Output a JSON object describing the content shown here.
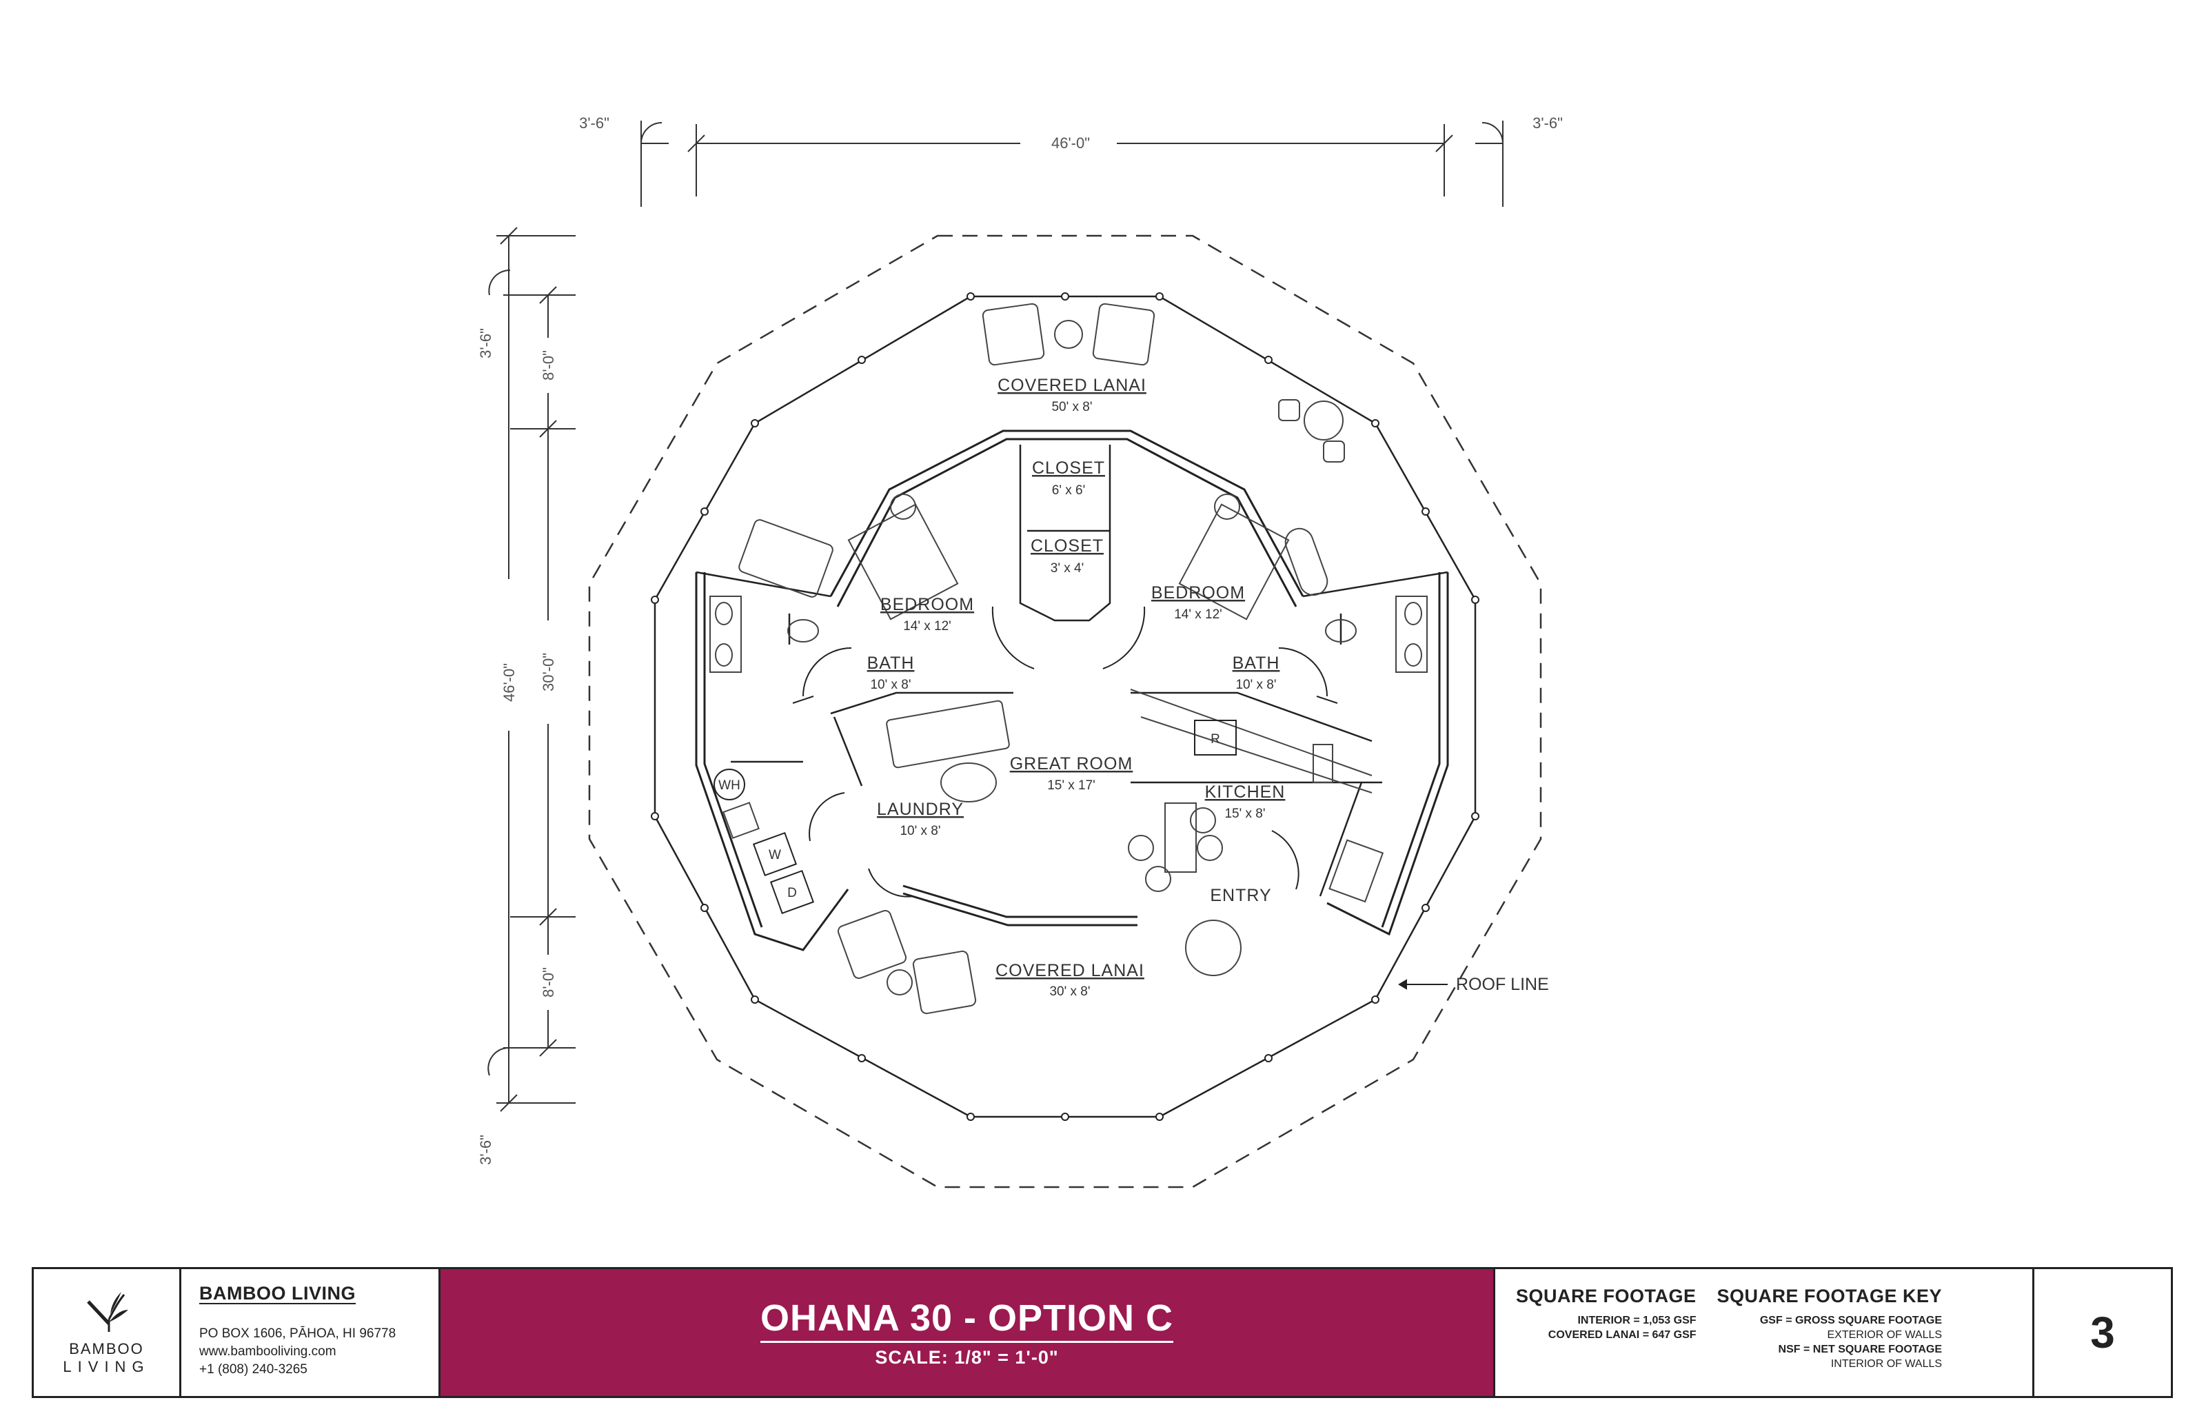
{
  "dimensions": {
    "top_left_overhang": "3'-6\"",
    "top_overall": "46'-0\"",
    "top_right_overhang": "3'-6\"",
    "left_top_overhang": "3'-6\"",
    "left_overall": "46'-0\"",
    "left_top_lanai": "8'-0\"",
    "left_interior": "30'-0\"",
    "left_bottom_lanai": "8'-0\"",
    "left_bottom_overhang": "3'-6\""
  },
  "rooms": {
    "covered_lanai_top": {
      "name": "COVERED LANAI",
      "size": "50' x 8'"
    },
    "closet_1": {
      "name": "CLOSET",
      "size": "6' x 6'"
    },
    "closet_2": {
      "name": "CLOSET",
      "size": "3' x 4'"
    },
    "bedroom_left": {
      "name": "BEDROOM",
      "size": "14' x 12'"
    },
    "bedroom_right": {
      "name": "BEDROOM",
      "size": "14' x 12'"
    },
    "bath_left": {
      "name": "BATH",
      "size": "10' x 8'"
    },
    "bath_right": {
      "name": "BATH",
      "size": "10' x 8'"
    },
    "great_room": {
      "name": "GREAT ROOM",
      "size": "15' x 17'"
    },
    "kitchen": {
      "name": "KITCHEN",
      "size": "15' x 8'"
    },
    "laundry": {
      "name": "LAUNDRY",
      "size": "10' x 8'"
    },
    "entry": {
      "name": "ENTRY"
    },
    "covered_lanai_bottom": {
      "name": "COVERED LANAI",
      "size": "30' x 8'"
    }
  },
  "fixtures": {
    "water_heater": "WH",
    "washer": "W",
    "dryer": "D",
    "fridge": "R"
  },
  "roof_line_label": "ROOF LINE",
  "title_block": {
    "logo": {
      "line1": "BAMBOO",
      "line2": "LIVING"
    },
    "company": {
      "name": "BAMBOO LIVING",
      "address": "PO BOX 1606, PĀHOA, HI 96778",
      "website": "www.bambooliving.com",
      "phone": "+1 (808) 240-3265"
    },
    "title": "OHANA 30 - OPTION C",
    "scale": "SCALE: 1/8\" = 1'-0\"",
    "square_footage": {
      "heading": "SQUARE FOOTAGE",
      "interior": "INTERIOR = 1,053 GSF",
      "covered_lanai": "COVERED LANAI = 647 GSF"
    },
    "key": {
      "heading": "SQUARE FOOTAGE KEY",
      "gsf": "GSF = GROSS SQUARE FOOTAGE",
      "gsf_desc": "EXTERIOR OF WALLS",
      "nsf": "NSF = NET SQUARE FOOTAGE",
      "nsf_desc": "INTERIOR OF WALLS"
    },
    "page_number": "3"
  },
  "colors": {
    "title_bg": "#9b1a50",
    "line": "#222222"
  }
}
